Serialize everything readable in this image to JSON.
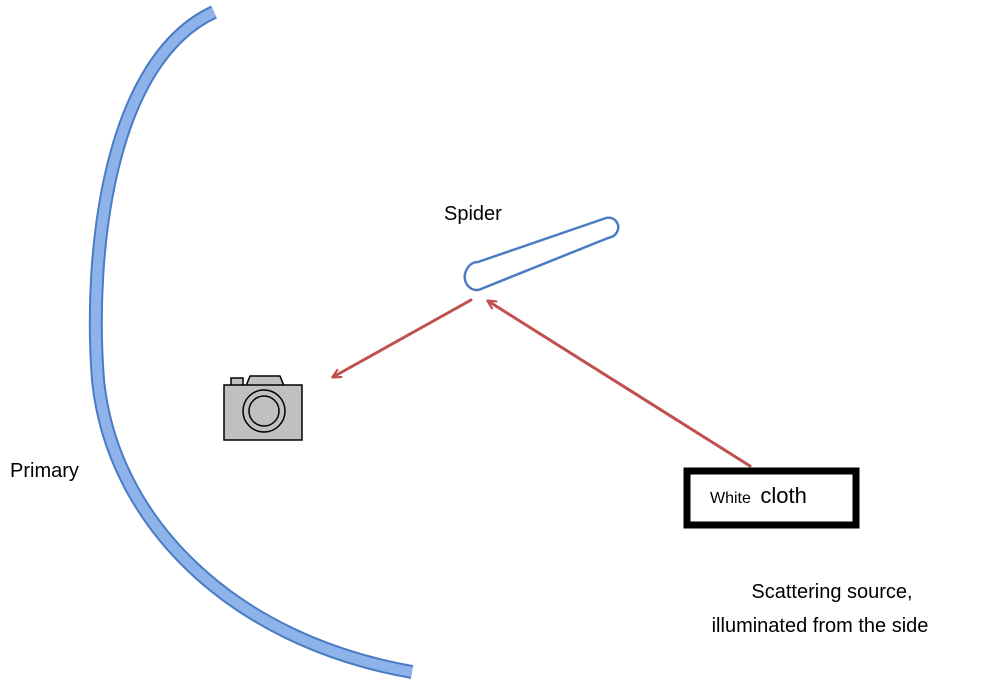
{
  "labels": {
    "spider": "Spider",
    "primary": "Primary",
    "white_word": "White",
    "cloth_word": "cloth",
    "source_line1": "Scattering source,",
    "source_line2": "illuminated from the side"
  },
  "colors": {
    "mirror_fill": "#8db3ea",
    "mirror_stroke": "#4a7cc4",
    "spider_stroke": "#4a7cc4",
    "arrow": "#c0504d",
    "camera_fill": "#c0c0c0",
    "camera_stroke": "#000000",
    "cloth_stroke": "#000000"
  },
  "icons": {
    "camera": "camera-icon"
  }
}
